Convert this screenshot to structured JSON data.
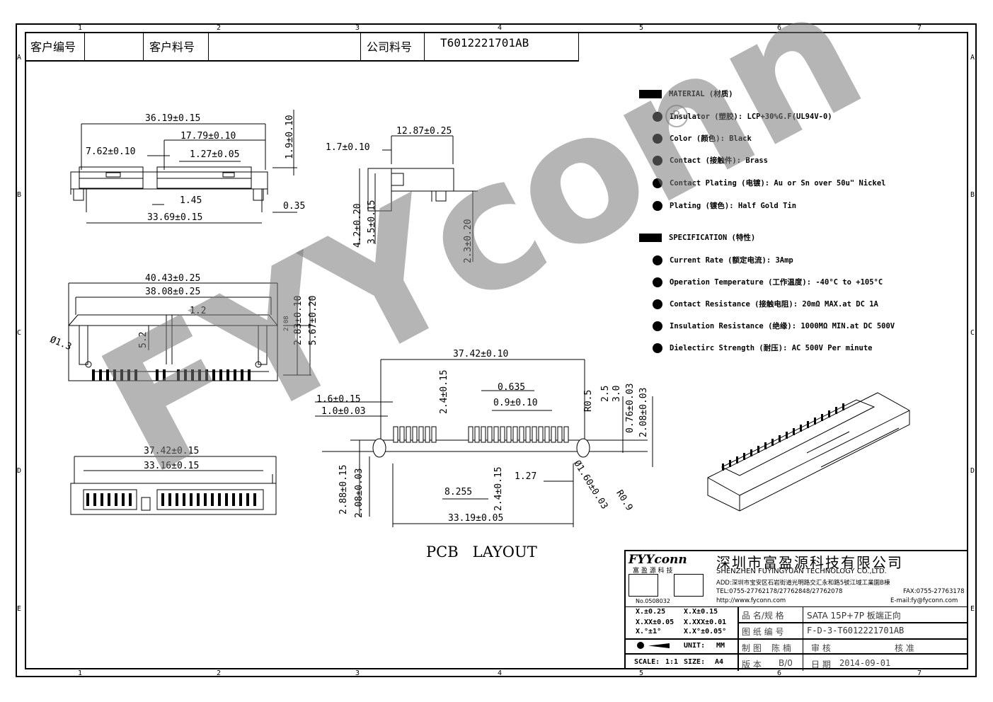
{
  "header": {
    "customer_no_label": "客户编号",
    "customer_part_label": "客户料号",
    "company_part_label": "公司料号",
    "company_part_value": "T6012221701AB"
  },
  "grid": {
    "columns": [
      "1",
      "2",
      "3",
      "4",
      "5",
      "6",
      "7"
    ],
    "rows": [
      "A",
      "B",
      "C",
      "D",
      "E"
    ]
  },
  "specs": {
    "material_title": "MATERIAL (材质)",
    "material": [
      "Insulator (塑胶): LCP+30%G.F(UL94V-0)",
      "Color (颜色): Black",
      "Contact (接触件): Brass",
      "Contact Plating (电镀): Au or Sn  over 50u\" Nickel",
      "Plating (镀色): Half Gold Tin"
    ],
    "spec_title": "SPECIFICATION (特性)",
    "specification": [
      "Current Rate (额定电流):  3Amp",
      "Operation Temperature (工作温度): -40°C to +105°C",
      "Contact Resistance (接触电阻): 20mΩ MAX.at DC 1A",
      "Insulation Resistance (绝缘): 1000MΩ MIN.at DC 500V",
      "Dielectirc Strength (耐压): AC 500V Per minute"
    ]
  },
  "dims": {
    "top_view": [
      "36.19±0.15",
      "17.79±0.10",
      "7.62±0.10",
      "1.27±0.05",
      "1.45",
      "33.69±0.15",
      "1.9±0.10",
      "0.35"
    ],
    "side_view": [
      "12.87±0.25",
      "1.7±0.10",
      "4.2±0.20",
      "3.5±0.15",
      "2.3±0.20"
    ],
    "front_view": [
      "40.43±0.25",
      "38.08±0.25",
      "1.2",
      "5.2",
      "Ø1.3",
      "2.08",
      "2.83±0.10",
      "5.67±0.20"
    ],
    "bottom_view": [
      "37.42±0.15",
      "33.16±0.15"
    ],
    "pcb": [
      "37.42±0.10",
      "0.635",
      "0.9±0.10",
      "2.4±0.15",
      "1.6±0.15",
      "1.0±0.03",
      "R0.5",
      "2.5",
      "3.0",
      "0.76±0.03",
      "2.08±0.03",
      "2.88±0.15",
      "2.08±0.03",
      "2.4±0.15",
      "8.255",
      "1.27",
      "33.19±0.05",
      "Ø1.60±0.03",
      "R0.9"
    ]
  },
  "pcb_label": "PCB   LAYOUT",
  "watermark": "FYYconn",
  "registered": "R",
  "company": {
    "logo": "FYYconn",
    "logo_sub": "富 盈 源 科 技",
    "name_cn": "深圳市富盈源科技有限公司",
    "name_en": "SHENZHEN FUYINGYUAN TECHNOLOGY CO.,LTD.",
    "address": "ADD:深圳市宝安区石岩街道光明路交汇永和路5號江域工業園B棟",
    "tel": "TEL:0755-27762178/27762848/27762078",
    "fax": "FAX:0755-27763178",
    "web": "http://www.fyconn.com",
    "email": "E-mail:fy@fyconn.com",
    "cert_no": "No.0508032"
  },
  "title_block": {
    "tol1": "X.±0.25",
    "tol2": "X.X±0.15",
    "tol3": "X.XX±0.05",
    "tol4": "X.XXX±0.01",
    "tol5": "X.°±1°",
    "tol6": "X.X°±0.05°",
    "unit_label": "UNIT:",
    "unit_value": "MM",
    "scale_label": "SCALE:",
    "scale_value": "1:1",
    "size_label": "SIZE:",
    "size_value": "A4",
    "name_label": "品 名/规 格",
    "name_value": "SATA  15P+7P  板端正向",
    "dwg_label": "图 纸 编 号",
    "dwg_value": "F-D-3-T6012221701AB",
    "drawn_label": "制 图",
    "drawn_value": "陈 楠",
    "check_label": "审 核",
    "approve_label": "核 准",
    "rev_label": "版 本",
    "rev_value": "B/0",
    "date_label": "日 期",
    "date_value": "2014-09-01"
  }
}
